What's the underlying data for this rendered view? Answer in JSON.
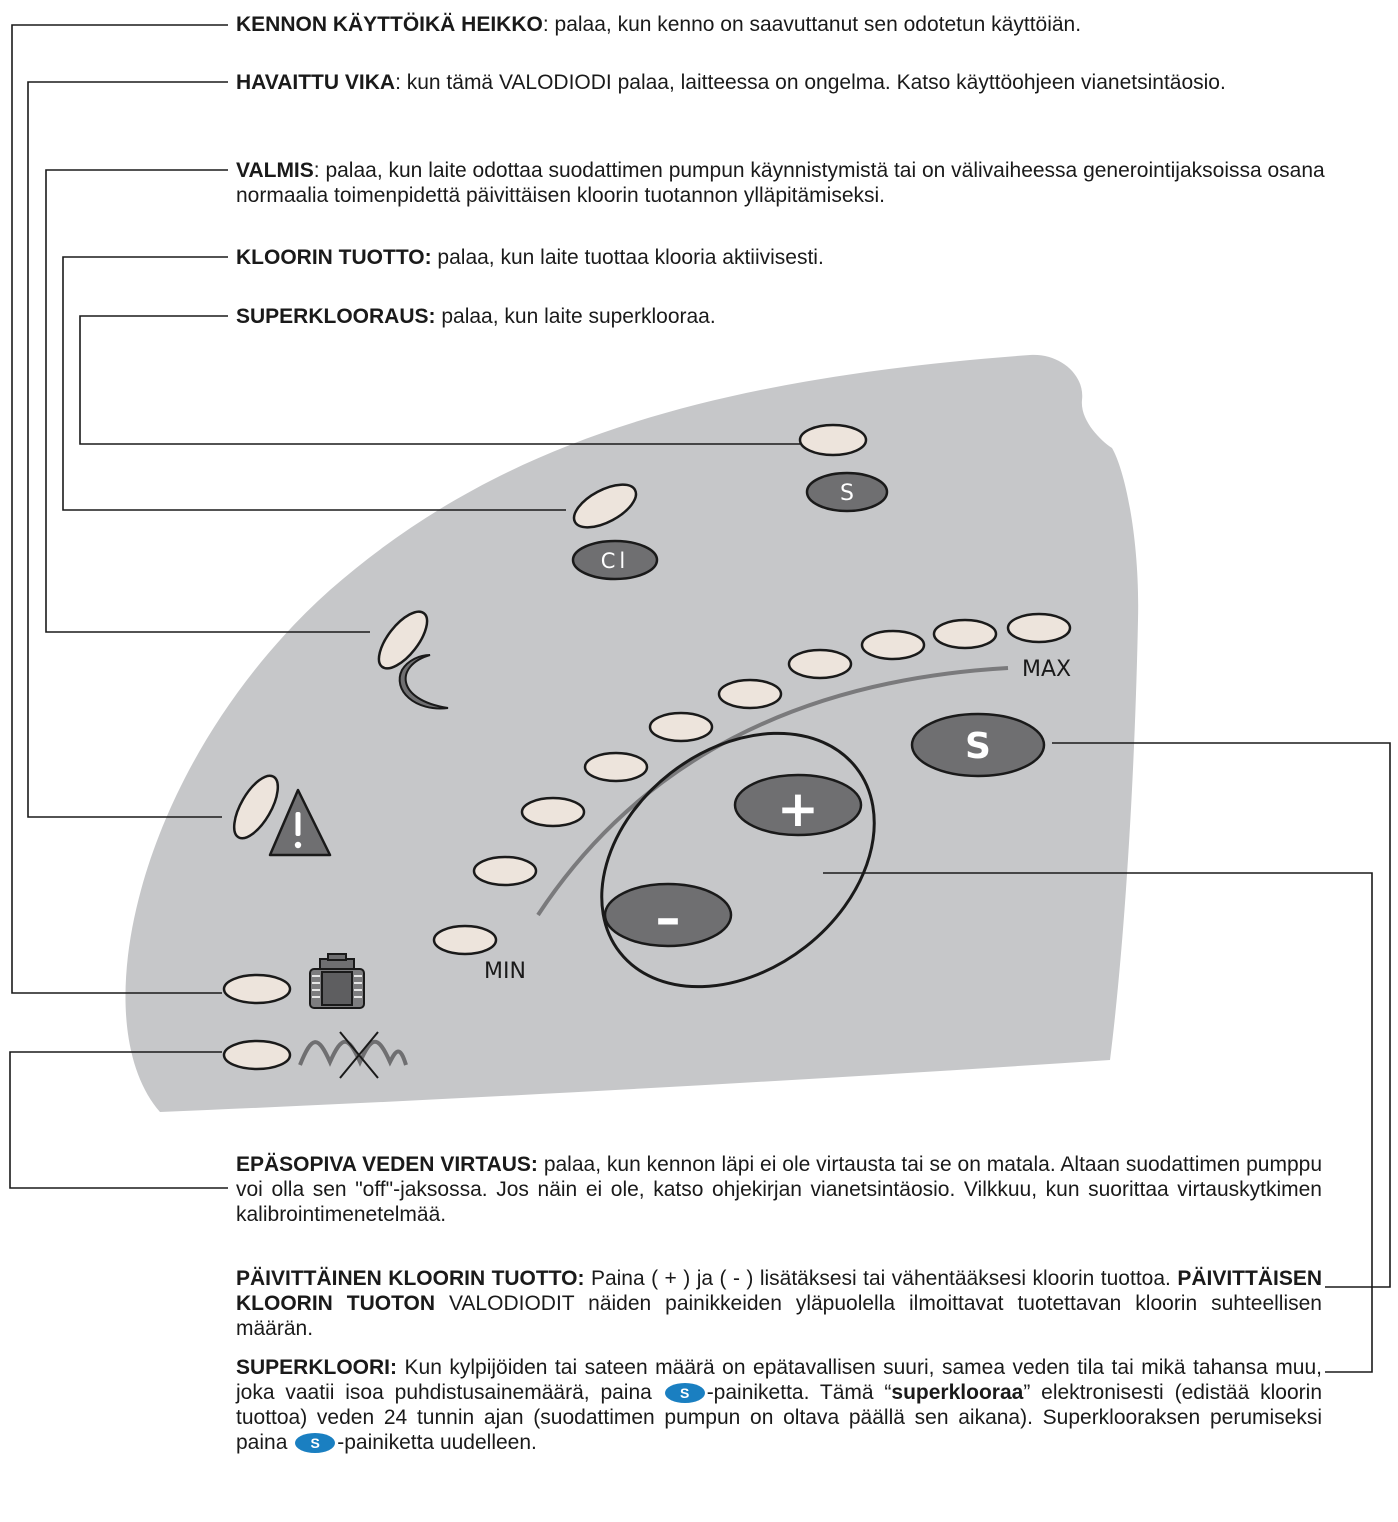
{
  "top_labels": [
    {
      "title": "KENNON KÄYTTÖIKÄ HEIKKO",
      "text": ": palaa, kun kenno on saavuttanut sen odotetun käyttöiän."
    },
    {
      "title": "HAVAITTU VIKA",
      "text": ": kun tämä VALODIODI palaa, laitteessa on ongelma. Katso käyttöohjeen vianetsintäosio."
    },
    {
      "title": "VALMIS",
      "text": ": palaa, kun laite odottaa suodattimen pumpun käynnistymistä tai on välivaiheessa generointijaksoissa osana normaalia toimenpidettä päivittäisen kloorin tuotannon ylläpitämiseksi."
    },
    {
      "title": "KLOORIN TUOTTO:",
      "text": " palaa, kun laite tuottaa klooria aktiivisesti."
    },
    {
      "title": "SUPERKLOORAUS:",
      "text": " palaa, kun laite superklooraa."
    }
  ],
  "panel": {
    "s_small_label": "S",
    "cl_label": "Cl",
    "max_label": "MAX",
    "min_label": "MIN",
    "s_big_label": "S",
    "plus_label": "+",
    "minus_label": "–"
  },
  "bottom_labels": {
    "flow": {
      "title": "EPÄSOPIVA VEDEN VIRTAUS:",
      "text": " palaa, kun kennon läpi ei ole virtausta tai se on matala. Altaan suodattimen pumppu voi olla sen \"off\"-jaksossa. Jos näin ei ole, katso ohjekirjan vianetsintäosio. Vilkkuu, kun suorittaa virtauskytkimen kalibrointimenetelmää."
    },
    "daily": {
      "title": "PÄIVITTÄINEN KLOORIN TUOTTO:",
      "text1": " Paina ( + ) ja ( - ) lisätäksesi tai vähentääksesi kloorin tuottoa. ",
      "title2": "PÄIVITTÄISEN KLOORIN TUOTON",
      "text2": " VALODIODIT näiden painikkeiden yläpuolella ilmoittavat tuotettavan kloorin suhteellisen määrän."
    },
    "super": {
      "title": "SUPERKLOORI:",
      "text1": " Kun kylpijöiden tai sateen määrä on epätavallisen suuri, samea veden tila tai mikä tahansa muu, joka vaatii isoa puhdistusainemäärä, paina ",
      "text2": "-painiketta. Tämä “",
      "bold_word": "superklooraa",
      "text3": "” elektronisesti (edistää kloorin tuottoa) veden 24 tunnin ajan (suodattimen pumpun on oltava päällä sen aikana). Superklooraksen perumiseksi paina ",
      "text4": "-painiketta uudelleen.",
      "inline_button_label": "S"
    }
  },
  "colors": {
    "panel": "#c6c7c9",
    "led": "#ede4dc",
    "button": "#6f6f71",
    "accent_button": "#1a7fc1"
  }
}
